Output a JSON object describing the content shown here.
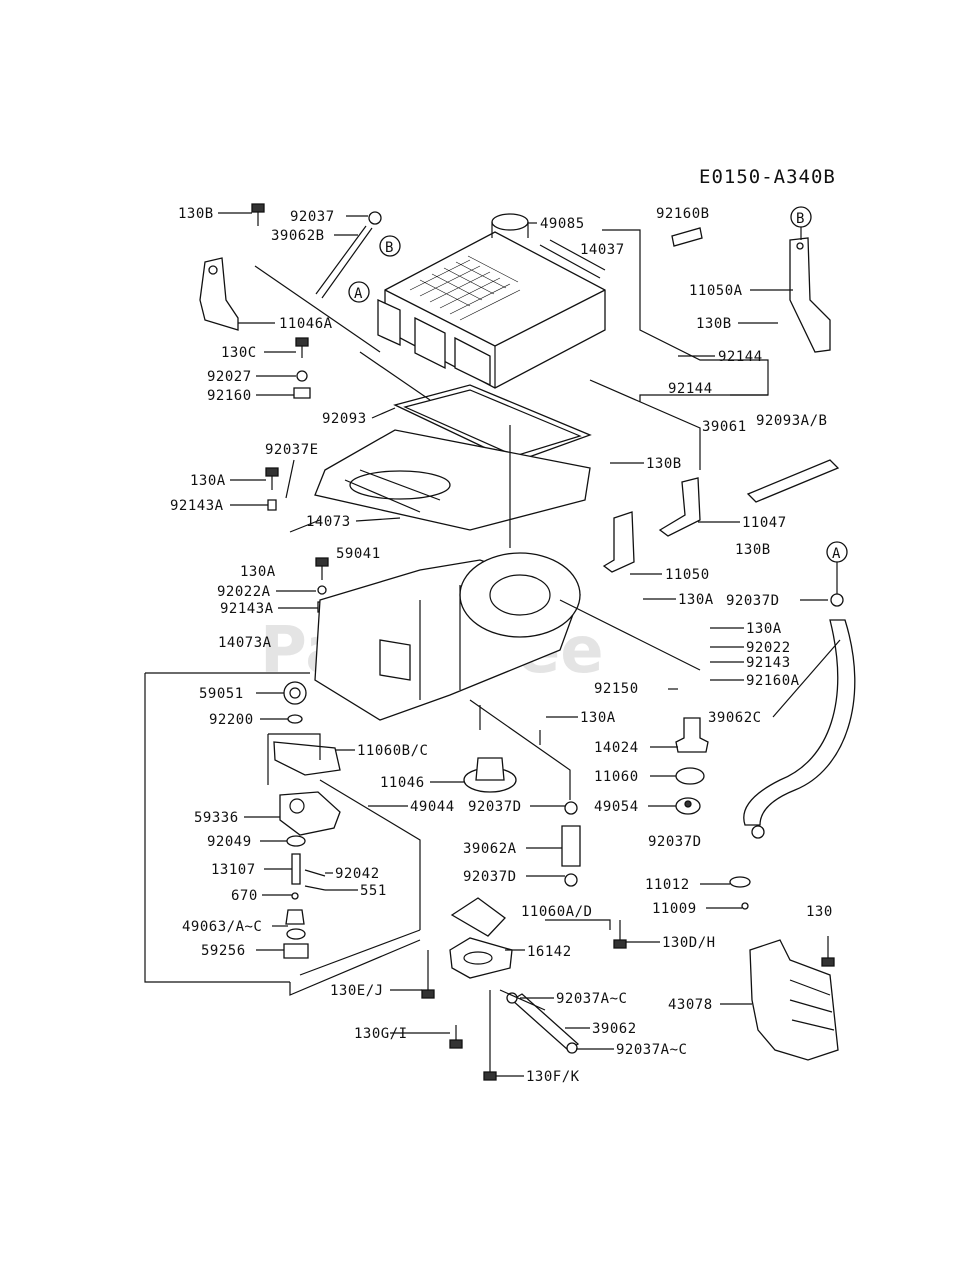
{
  "diagram_code": "E0150-A340B",
  "watermark": "PartsTree",
  "callouts": {
    "A": "A",
    "B": "B"
  },
  "labels": {
    "p130B_a": "130B",
    "p92037": "92037",
    "p39062B": "39062B",
    "p49085": "49085",
    "p14037": "14037",
    "p92160B": "92160B",
    "p11050A": "11050A",
    "p130B_b": "130B",
    "p11046A": "11046A",
    "p130C": "130C",
    "p92027": "92027",
    "p92160": "92160",
    "p92144_a": "92144",
    "p92144_b": "92144",
    "p92093": "92093",
    "p92093AB": "92093A/B",
    "p39061": "39061",
    "p92037E": "92037E",
    "p130A_a": "130A",
    "p130B_c": "130B",
    "p92143A_a": "92143A",
    "p14073": "14073",
    "p11047": "11047",
    "p130B_d": "130B",
    "p59041": "59041",
    "p130A_b": "130A",
    "p11050": "11050",
    "p92022A": "92022A",
    "p130A_c": "130A",
    "p92037D_a": "92037D",
    "p92143A_b": "92143A",
    "p130A_d": "130A",
    "p14073A": "14073A",
    "p92022": "92022",
    "p92143": "92143",
    "p92150": "92150",
    "p92160A": "92160A",
    "p59051": "59051",
    "p130A_e": "130A",
    "p39062C": "39062C",
    "p92200": "92200",
    "p14024": "14024",
    "p11060BC": "11060B/C",
    "p11046": "11046",
    "p11060": "11060",
    "p49044": "49044",
    "p92037D_b": "92037D",
    "p49054": "49054",
    "p59336": "59336",
    "p92037D_c": "92037D",
    "p92049": "92049",
    "p39062A": "39062A",
    "p13107": "13107",
    "p92042": "92042",
    "p92037D_d": "92037D",
    "p11012": "11012",
    "p670": "670",
    "p551": "551",
    "p11009": "11009",
    "p130": "130",
    "p11060AD": "11060A/D",
    "p49063": "49063/A~C",
    "p130DH": "130D/H",
    "p59256": "59256",
    "p16142": "16142",
    "p130EJ": "130E/J",
    "p92037AC_a": "92037A~C",
    "p43078": "43078",
    "p39062": "39062",
    "p130GI": "130G/I",
    "p92037AC_b": "92037A~C",
    "p130FK": "130F/K"
  }
}
